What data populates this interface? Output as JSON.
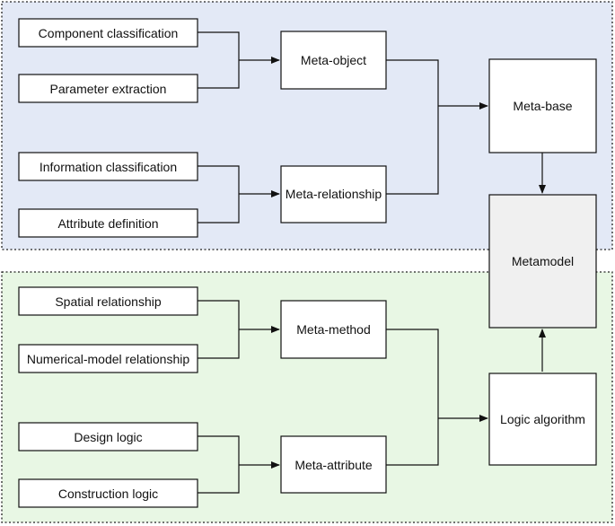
{
  "diagram": {
    "top_group": {
      "inputs_a": [
        "Component classification",
        "Parameter extraction"
      ],
      "inputs_b": [
        "Information classification",
        "Attribute definition"
      ],
      "meta_object": "Meta-object",
      "meta_relationship": "Meta-relationship",
      "meta_base": "Meta-base"
    },
    "center": {
      "metamodel": "Metamodel"
    },
    "bottom_group": {
      "inputs_a": [
        "Spatial relationship",
        "Numerical-model relationship"
      ],
      "inputs_b": [
        "Design logic",
        "Construction logic"
      ],
      "meta_method": "Meta-method",
      "meta_attribute": "Meta-attribute",
      "logic_algorithm": "Logic algorithm"
    }
  }
}
